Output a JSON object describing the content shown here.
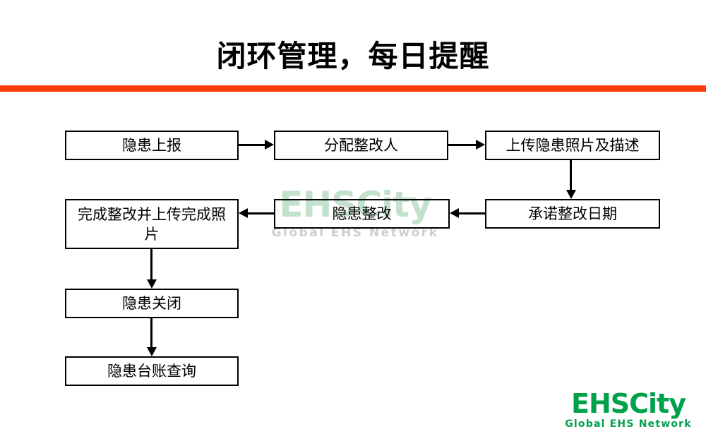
{
  "slide": {
    "title": "闭环管理，每日提醒",
    "accent_color": "#fa3c0a",
    "background_color": "#ffffff"
  },
  "watermark": {
    "main": "EHSCity",
    "sub": "Global EHS Network",
    "main_color": "#c3e1cd",
    "sub_color": "#cfcfcf"
  },
  "logo": {
    "main": "EHSCity",
    "sub": "Global EHS Network",
    "color": "#00a14b"
  },
  "flowchart": {
    "type": "process-flow",
    "nodes": [
      {
        "id": "n1",
        "label": "隐患上报"
      },
      {
        "id": "n2",
        "label": "分配整改人"
      },
      {
        "id": "n3",
        "label": "上传隐患照片及描述"
      },
      {
        "id": "n4",
        "label": "承诺整改日期"
      },
      {
        "id": "n5",
        "label": "隐患整改"
      },
      {
        "id": "n6",
        "label": "完成整改并上传完成照片"
      },
      {
        "id": "n7",
        "label": "隐患关闭"
      },
      {
        "id": "n8",
        "label": "隐患台账查询"
      }
    ],
    "edges": [
      {
        "from": "n1",
        "to": "n2",
        "direction": "right"
      },
      {
        "from": "n2",
        "to": "n3",
        "direction": "right"
      },
      {
        "from": "n3",
        "to": "n4",
        "direction": "down"
      },
      {
        "from": "n4",
        "to": "n5",
        "direction": "left"
      },
      {
        "from": "n5",
        "to": "n6",
        "direction": "left"
      },
      {
        "from": "n6",
        "to": "n7",
        "direction": "down"
      },
      {
        "from": "n7",
        "to": "n8",
        "direction": "down"
      }
    ]
  }
}
